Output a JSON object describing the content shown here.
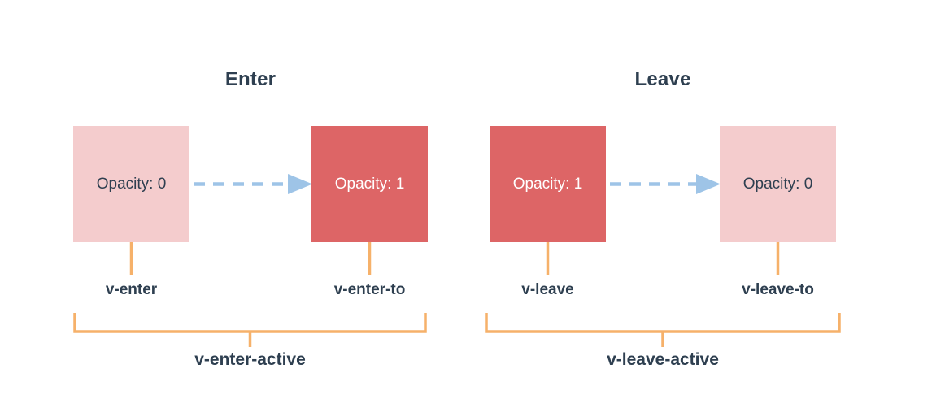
{
  "colors": {
    "background": "#ffffff",
    "box_pink": "#f4cccd",
    "box_red": "#dd6566",
    "arrow_blue": "#9ec4e7",
    "line_orange": "#f6b16a",
    "text_dark": "#2e3f50",
    "text_on_red": "#ffffff"
  },
  "sections": [
    {
      "title": "Enter",
      "from_box": {
        "label": "Opacity: 0"
      },
      "to_box": {
        "label": "Opacity: 1"
      },
      "from_class": "v-enter",
      "to_class": "v-enter-to",
      "active_class": "v-enter-active"
    },
    {
      "title": "Leave",
      "from_box": {
        "label": "Opacity: 1"
      },
      "to_box": {
        "label": "Opacity: 0"
      },
      "from_class": "v-leave",
      "to_class": "v-leave-to",
      "active_class": "v-leave-active"
    }
  ]
}
